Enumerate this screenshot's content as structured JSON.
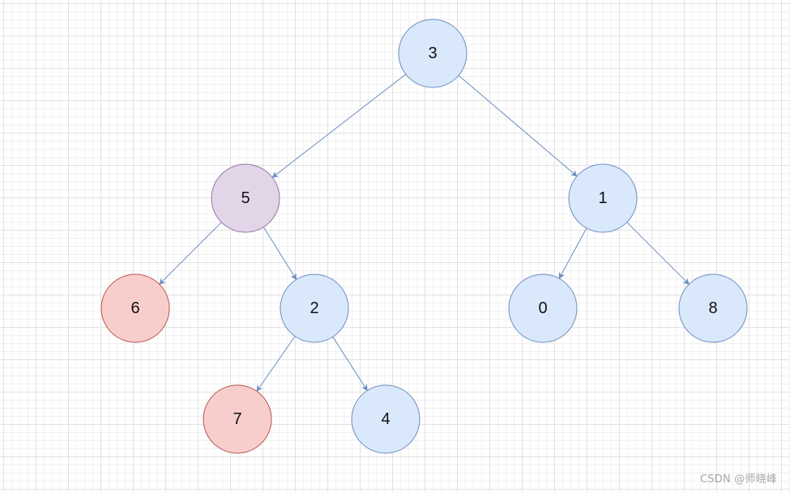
{
  "tree": {
    "root": "n3",
    "nodes": [
      {
        "id": "n3",
        "label": "3",
        "fill": "#dae8fc",
        "stroke": "#6c8ebf",
        "children": [
          "n5",
          "n1"
        ]
      },
      {
        "id": "n5",
        "label": "5",
        "fill": "#e1d5e7",
        "stroke": "#9673a6",
        "children": [
          "n6",
          "n2"
        ]
      },
      {
        "id": "n1",
        "label": "1",
        "fill": "#dae8fc",
        "stroke": "#6c8ebf",
        "children": [
          "n0",
          "n8"
        ]
      },
      {
        "id": "n6",
        "label": "6",
        "fill": "#f8cecc",
        "stroke": "#b85450",
        "children": []
      },
      {
        "id": "n2",
        "label": "2",
        "fill": "#dae8fc",
        "stroke": "#6c8ebf",
        "children": [
          "n7",
          "n4"
        ]
      },
      {
        "id": "n0",
        "label": "0",
        "fill": "#dae8fc",
        "stroke": "#6c8ebf",
        "children": []
      },
      {
        "id": "n8",
        "label": "8",
        "fill": "#dae8fc",
        "stroke": "#6c8ebf",
        "children": []
      },
      {
        "id": "n7",
        "label": "7",
        "fill": "#f8cecc",
        "stroke": "#b85450",
        "children": []
      },
      {
        "id": "n4",
        "label": "4",
        "fill": "#dae8fc",
        "stroke": "#6c8ebf",
        "children": []
      }
    ],
    "edge_color": "#6c8ebf"
  },
  "watermark": "CSDN @师晓峰"
}
